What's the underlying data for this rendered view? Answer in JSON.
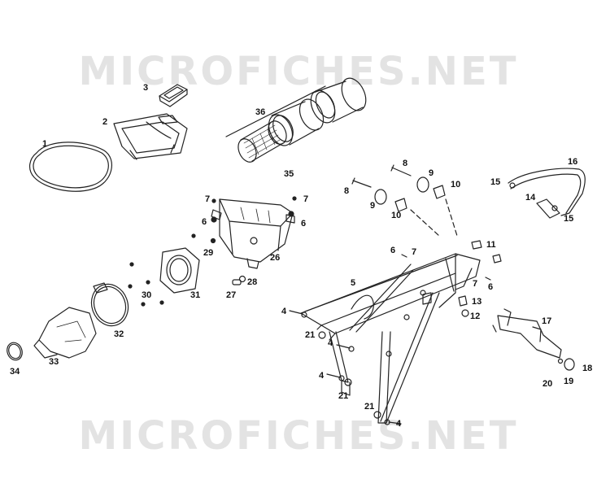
{
  "watermark": {
    "top": "MICROFICHES.NET",
    "bottom": "MICROFICHES.NET"
  },
  "callouts": {
    "c1": "1",
    "c2": "2",
    "c3": "3",
    "c4a": "4",
    "c4b": "4",
    "c4c": "4",
    "c4d": "4",
    "c5": "5",
    "c6a": "6",
    "c6b": "6",
    "c6c": "6",
    "c6d": "6",
    "c7a": "7",
    "c7b": "7",
    "c7c": "7",
    "c7d": "7",
    "c8a": "8",
    "c8b": "8",
    "c9a": "9",
    "c9b": "9",
    "c10a": "10",
    "c10b": "10",
    "c11": "11",
    "c12": "12",
    "c13": "13",
    "c14": "14",
    "c15a": "15",
    "c15b": "15",
    "c16": "16",
    "c17": "17",
    "c18": "18",
    "c19": "19",
    "c20": "20",
    "c21a": "21",
    "c21b": "21",
    "c21c": "21",
    "c26": "26",
    "c27": "27",
    "c28": "28",
    "c29": "29",
    "c30": "30",
    "c31": "31",
    "c32": "32",
    "c33": "33",
    "c34": "34",
    "c35": "35",
    "c36": "36"
  }
}
